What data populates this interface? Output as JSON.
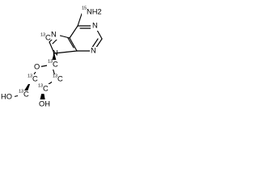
{
  "molecule": {
    "atoms": {
      "n_isotope_amino": "15",
      "amino": "NH2",
      "c13_isotope": "13",
      "c13_label": "C",
      "c13_c8": "13",
      "c13_c8_label": "C",
      "c13_c1": "13",
      "c13_c1_label": "C",
      "c13_c4": "13",
      "c13_c4_label": "C",
      "c13_c5": "13",
      "c13_c5_label": "C",
      "c13_c3": "13",
      "c13_c3_label": "C",
      "ring_oxygen": "O",
      "hydroxyl_5": "HO",
      "hydroxyl_3": "OH",
      "imidazole_n9": "N",
      "imidazole_n7": "N",
      "pyrimidine_n1": "N",
      "pyrimidine_n3": "N"
    }
  }
}
